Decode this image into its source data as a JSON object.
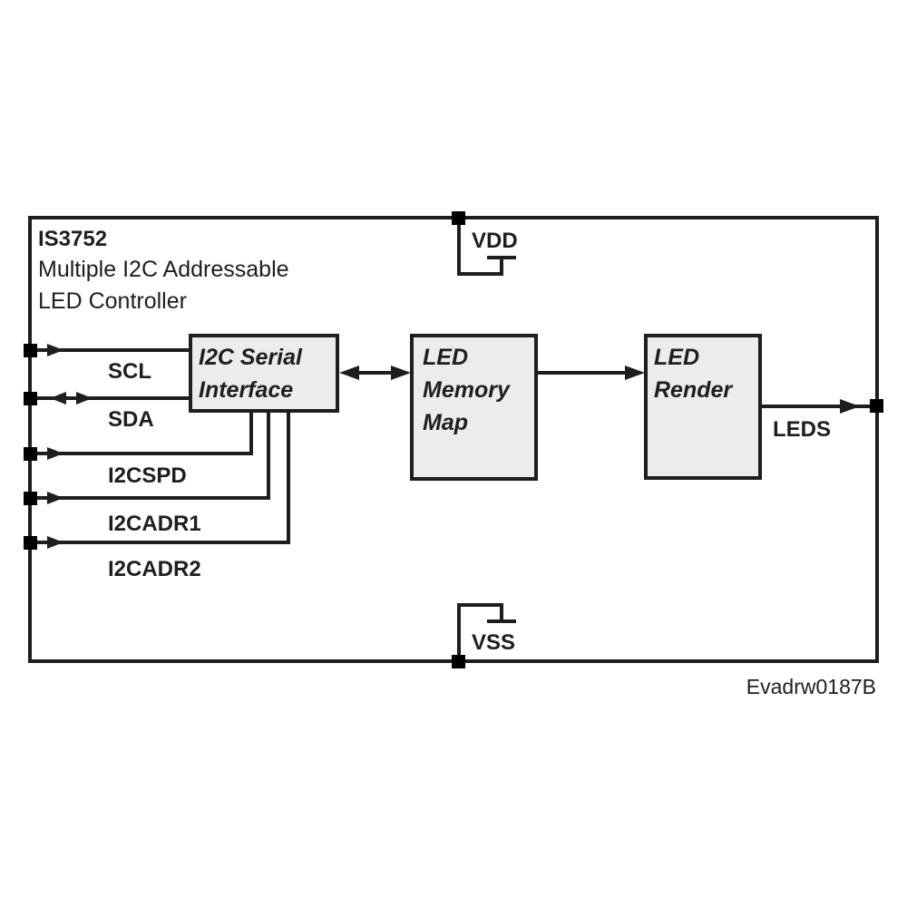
{
  "chip": {
    "part_number": "IS3752",
    "description_line1": "Multiple I2C Addressable",
    "description_line2": "LED Controller"
  },
  "blocks": {
    "i2c_interface": {
      "line1": "I2C Serial",
      "line2": "Interface"
    },
    "memory_map": {
      "line1": "LED",
      "line2": "Memory",
      "line3": "Map"
    },
    "render": {
      "line1": "LED",
      "line2": "Render"
    }
  },
  "pins": {
    "scl": "SCL",
    "sda": "SDA",
    "i2cspd": "I2CSPD",
    "i2cadr1": "I2CADR1",
    "i2cadr2": "I2CADR2",
    "leds": "LEDS",
    "vdd": "VDD",
    "vss": "VSS"
  },
  "drawing_id": "Evadrw0187B",
  "colors": {
    "line": "#1e1e1e",
    "block_fill": "#ececec",
    "background": "#ffffff"
  }
}
